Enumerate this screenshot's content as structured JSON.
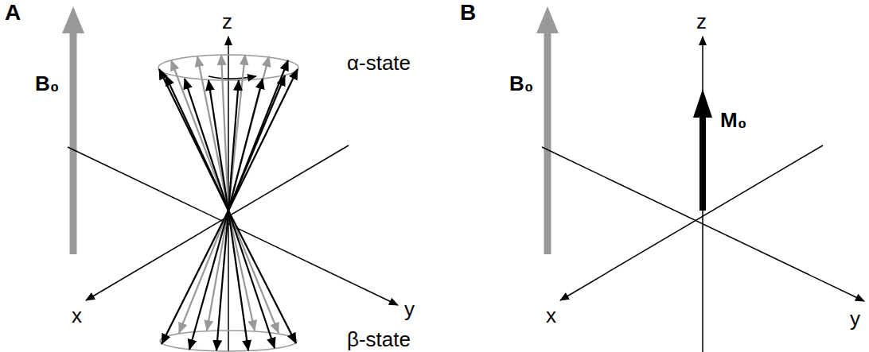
{
  "diagram": {
    "labels": [
      "A",
      "B",
      "B₀",
      "z",
      "α-state",
      "x",
      "y",
      "β-state",
      "B₀",
      "z",
      "M₀",
      "x",
      "y"
    ]
  }
}
